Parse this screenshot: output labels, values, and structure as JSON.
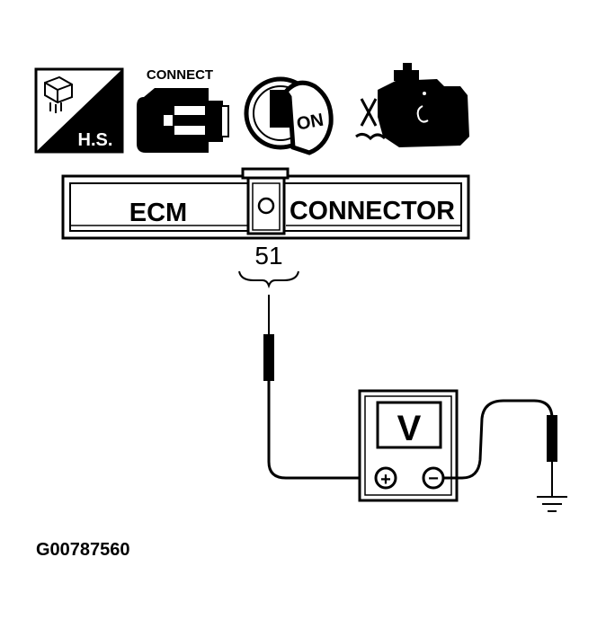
{
  "icons": {
    "hs_label": "H.S.",
    "connect_label": "CONNECT",
    "ignition_label": "ON"
  },
  "connector": {
    "left_label": "ECM",
    "right_label": "CONNECTOR",
    "terminal_number": "51"
  },
  "meter": {
    "mode_label": "V",
    "positive_symbol": "+",
    "negative_symbol": "−"
  },
  "figure_id": "G00787560"
}
